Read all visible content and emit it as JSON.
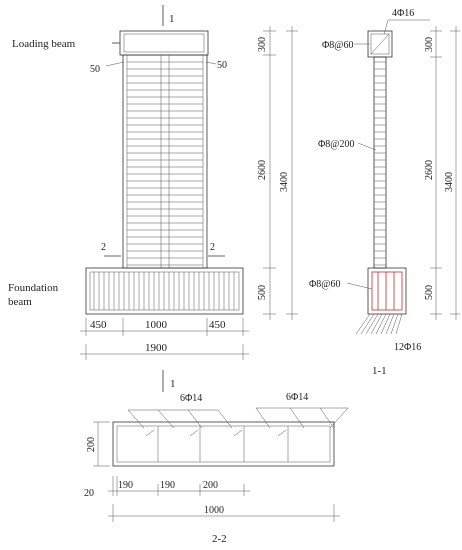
{
  "elevation": {
    "section_mark": "1",
    "loading_beam_label": "Loading beam",
    "foundation_label_line1": "Foundation",
    "foundation_label_line2": "beam",
    "cover_left": "50",
    "cover_right": "50",
    "section2_left": "2",
    "section2_right": "2",
    "width_dims": [
      "450",
      "1000",
      "450"
    ],
    "total_width": "1900",
    "height_dims": [
      "300",
      "2600",
      "500"
    ],
    "total_height": "3400"
  },
  "section_1_1": {
    "top_bars": "4Φ16",
    "stirrup_top": "Φ8@60",
    "stirrup_mid": "Φ8@200",
    "stirrup_bottom": "Φ8@60",
    "bottom_bars": "12Φ16",
    "height_dims": [
      "300",
      "2600",
      "500"
    ],
    "total_height": "3400",
    "caption": "1-1"
  },
  "section_2_2": {
    "section_mark": "1",
    "bars_left": "6Φ14",
    "bars_right": "6Φ14",
    "depth": "200",
    "cover": "20",
    "spacing_dims": [
      "190",
      "190",
      "200"
    ],
    "total_length": "1000",
    "caption": "2-2"
  },
  "colors": {
    "line": "#333333",
    "highlight": "#d04040"
  }
}
